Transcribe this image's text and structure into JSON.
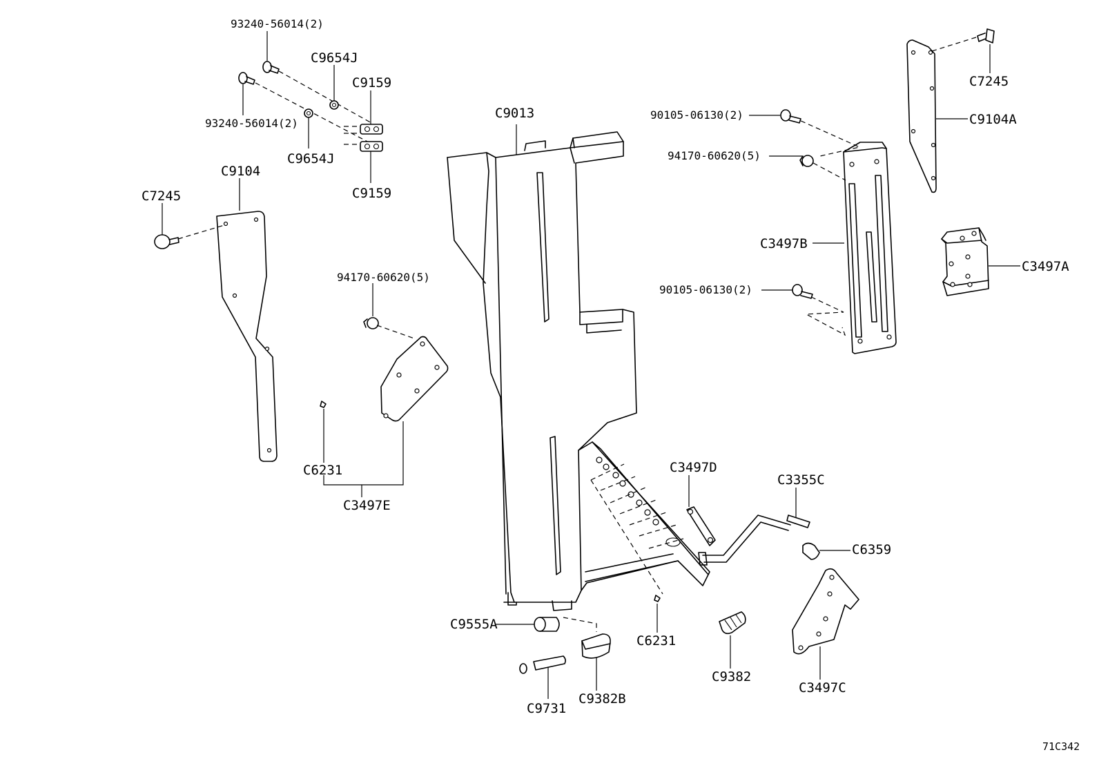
{
  "diagram_code": "71C342",
  "labels": {
    "bolt_93240_top": "93240-56014(2)",
    "bolt_93240_mid": "93240-56014(2)",
    "nut_c9654j_top": "C9654J",
    "nut_c9654j_bottom": "C9654J",
    "clip_c9159_top": "C9159",
    "clip_c9159_bottom": "C9159",
    "panel_c9013": "C9013",
    "bracket_c9104": "C9104",
    "fastener_c7245_left": "C7245",
    "fastener_c7245_right": "C7245",
    "bracket_c9104a": "C9104A",
    "bolt_90105_top": "90105-06130(2)",
    "bolt_90105_bottom": "90105-06130(2)",
    "screw_94170_right": "94170-60620(5)",
    "screw_94170_left": "94170-60620(5)",
    "bracket_c3497b": "C3497B",
    "bracket_c3497a": "C3497A",
    "bracket_c3497e": "C3497E",
    "screw_c6231_left": "C6231",
    "screw_c6231_bottom": "C6231",
    "bracket_c3497d": "C3497D",
    "pin_c3355c": "C3355C",
    "cap_c6359": "C6359",
    "bushing_c9555a": "C9555A",
    "pin_c9731": "C9731",
    "stopper_c9382b": "C9382B",
    "stopper_c9382": "C9382",
    "bracket_c3497c": "C3497C"
  }
}
